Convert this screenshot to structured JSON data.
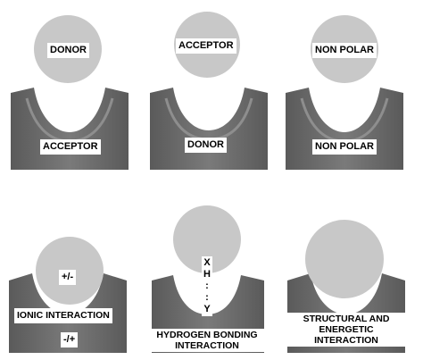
{
  "panels": [
    {
      "id": "donor-acceptor",
      "ball_label": "DONOR",
      "pocket_label": "ACCEPTOR"
    },
    {
      "id": "acceptor-donor",
      "ball_label": "ACCEPTOR",
      "pocket_label": "DONOR"
    },
    {
      "id": "nonpolar",
      "ball_label": "NON POLAR",
      "pocket_label": "NON POLAR"
    },
    {
      "id": "ionic",
      "ball_label": "+/-",
      "middle_label": "IONIC INTERACTION",
      "pocket_label": "-/+"
    },
    {
      "id": "hbond",
      "chars": [
        "X",
        "H",
        ":",
        ":",
        "Y"
      ],
      "caption_line1": "HYDROGEN BONDING",
      "caption_line2": "INTERACTION"
    },
    {
      "id": "structural",
      "caption_line1": "STRUCTURAL AND",
      "caption_line2": "ENERGETIC",
      "caption_line3": "INTERACTION"
    }
  ],
  "colors": {
    "ball": "#c8c8c8",
    "receptor": "#6d6d6d",
    "receptor_light": "#8a8a8a",
    "label_bg": "#ffffff"
  }
}
